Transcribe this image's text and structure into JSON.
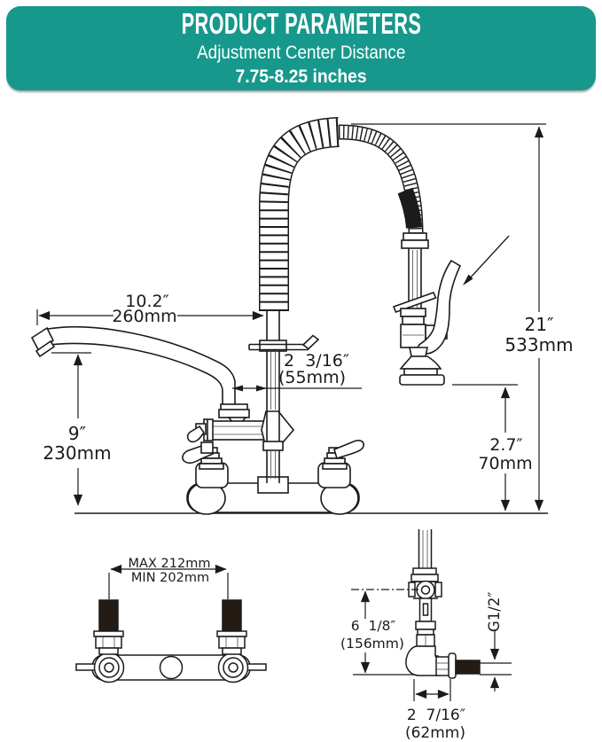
{
  "header": {
    "title": "PRODUCT PARAMETERS",
    "subtitle": "Adjustment Center Distance",
    "range": "7.75-8.25 inches",
    "accent_color": "#17988C"
  },
  "main_figure": {
    "description": "pre-rinse faucet front view",
    "dimensions": {
      "spout_reach_in": "10.2″",
      "spout_reach_mm": "260mm",
      "spout_offset_in": "2  3/16″",
      "spout_offset_mm": "(55mm)",
      "overall_height_in": "21″",
      "overall_height_mm": "533mm",
      "spout_height_in": "9″",
      "spout_height_mm": "230mm",
      "spray_clearance_in": "2.7″",
      "spray_clearance_mm": "70mm"
    }
  },
  "bracket_figure": {
    "description": "wall mount bracket rear view",
    "dimensions": {
      "center_distance_max": "MAX 212mm",
      "center_distance_min": "MIN 202mm"
    }
  },
  "inlet_figure": {
    "description": "wall inlet side view",
    "dimensions": {
      "inlet_height_in": "6  1/8″",
      "inlet_height_mm": "(156mm)",
      "thread_size": "G1/2″",
      "wall_depth_in": "2  7/16″",
      "wall_depth_mm": "(62mm)"
    }
  },
  "colors": {
    "line": "#1b1b1b",
    "thread_fill": "#241b15"
  }
}
